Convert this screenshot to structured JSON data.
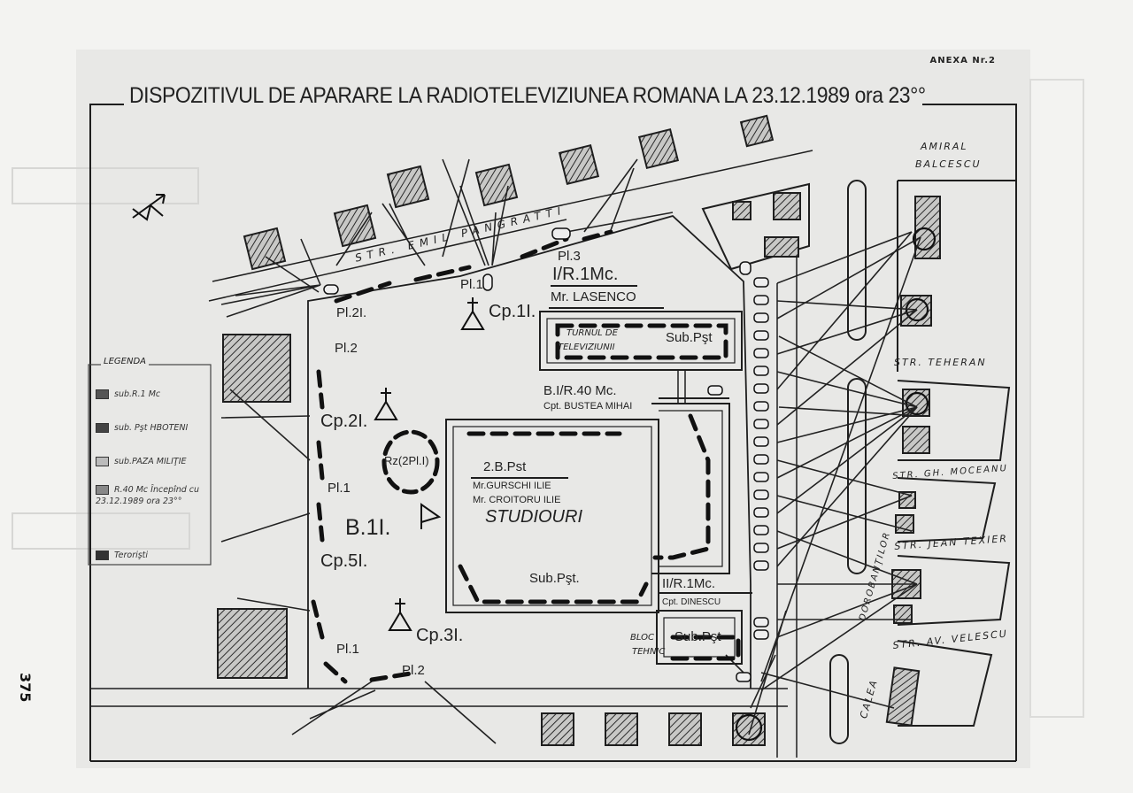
{
  "page_number": "375",
  "annex": "ANEXA Nr.2",
  "title": "DISPOZITIVUL DE APARARE LA RADIOTELEVIZIUNEA ROMANA LA 23.12.1989 ora 23°°",
  "legend": {
    "heading": "LEGENDA",
    "items": [
      {
        "label": "sub.R.1 Mc",
        "color": "#555555"
      },
      {
        "label": "sub. Pşt HBOTENI",
        "color": "#444444"
      },
      {
        "label": "sub.PAZA MILIŢIE",
        "color": "#bbbbbb"
      },
      {
        "label": "R.40 Mc Începînd cu 23.12.1989 ora 23°°",
        "color": "#888888"
      },
      {
        "label": "Terorişti",
        "color": "#333333"
      }
    ]
  },
  "streets": {
    "emil_pangratti": "STR. EMIL PANGRATTI",
    "amiral_balcescu_1": "AMIRAL",
    "amiral_balcescu_2": "BALCESCU",
    "teheran": "STR. TEHERAN",
    "gh_moceanu": "STR. GH. MOCEANU",
    "jean_texier": "STR. JEAN TEXIER",
    "av_velescu": "STR. AV. VELESCU",
    "calea": "CALEA",
    "dorobantilor": "DOROBANŢILOR"
  },
  "units": {
    "r1mc_1": "I/R.1Mc.",
    "lasenco": "Mr. LASENCO",
    "turnul_1": "TURNUL DE",
    "turnul_2": "TELEVIZIUNII",
    "sub_pst_tower": "Sub.Pşt",
    "bi_r40": "B.I/R.40 Mc.",
    "bustea": "Cpt. BUSTEA MIHAI",
    "b_pst": "2.B.Pst",
    "gurschi": "Mr.GURSCHI ILIE",
    "croitoru": "Mr. CROITORU ILIE",
    "studiouri": "STUDIOURI",
    "sub_pst_studio": "Sub.Pşt.",
    "r1mc_2": "II/R.1Mc.",
    "dinescu": "Cpt. DINESCU",
    "bloc_1": "BLOC",
    "bloc_2": "TEHNIC",
    "sub_pst_bloc": "Sub.Pşt",
    "cp1": "Cp.1I.",
    "cp2": "Cp.2I.",
    "cp3": "Cp.3I.",
    "cp5": "Cp.5I.",
    "b1": "B.1I.",
    "rz": "Rz(2Pl.I)",
    "pl1_top": "Pl.1",
    "pl2i": "Pl.2I.",
    "pl3": "Pl.3",
    "pl2_left": "Pl.2",
    "pl1_left": "Pl.1",
    "pl1_bottom": "Pl.1",
    "pl2_bottom": "Pl.2"
  },
  "colors": {
    "paper": "#e9e9e7",
    "ink": "#1e1e1e",
    "hatch": "#2a2a2a",
    "page": "#f3f3f1"
  }
}
